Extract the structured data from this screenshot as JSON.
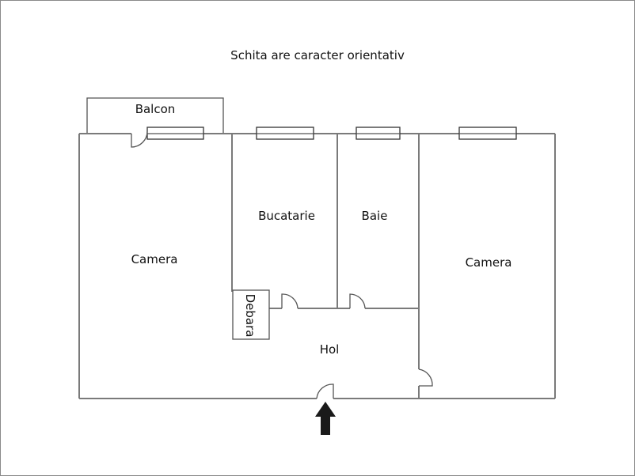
{
  "title": "Schita are caracter orientativ",
  "rooms": {
    "balcon": "Balcon",
    "camera_left": "Camera",
    "bucatarie": "Bucatarie",
    "baie": "Baie",
    "camera_right": "Camera",
    "debara": "Debara",
    "hol": "Hol"
  },
  "entrance_icon": "arrow-up-icon"
}
